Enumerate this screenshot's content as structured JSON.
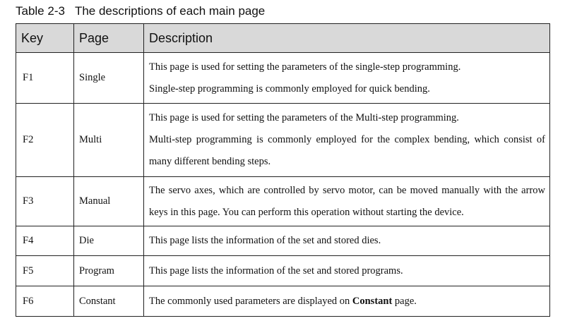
{
  "caption": {
    "number": "Table 2-3",
    "title": "The descriptions of each main page"
  },
  "table": {
    "headers": {
      "key": "Key",
      "page": "Page",
      "description": "Description"
    },
    "rows": [
      {
        "key": "F1",
        "page": "Single",
        "description": [
          "This page is used for setting the parameters of the single-step programming.",
          "Single-step programming is commonly employed for quick bending."
        ]
      },
      {
        "key": "F2",
        "page": "Multi",
        "description": [
          "This page is used for setting the parameters of the Multi-step programming.",
          "Multi-step programming is commonly employed for the complex bending, which consist of many different bending steps."
        ]
      },
      {
        "key": "F3",
        "page": "Manual",
        "description": [
          "The servo axes, which are controlled by servo motor, can be moved manually with the arrow keys in this page. You can perform this operation without starting the device."
        ]
      },
      {
        "key": "F4",
        "page": "Die",
        "description": [
          "This page lists the information of the set and stored dies."
        ]
      },
      {
        "key": "F5",
        "page": "Program",
        "description": [
          "This page lists the information of the set and stored programs."
        ]
      },
      {
        "key": "F6",
        "page": "Constant",
        "description_before": "The commonly used parameters are displayed on ",
        "description_bold": "Constant",
        "description_after": " page."
      }
    ]
  }
}
